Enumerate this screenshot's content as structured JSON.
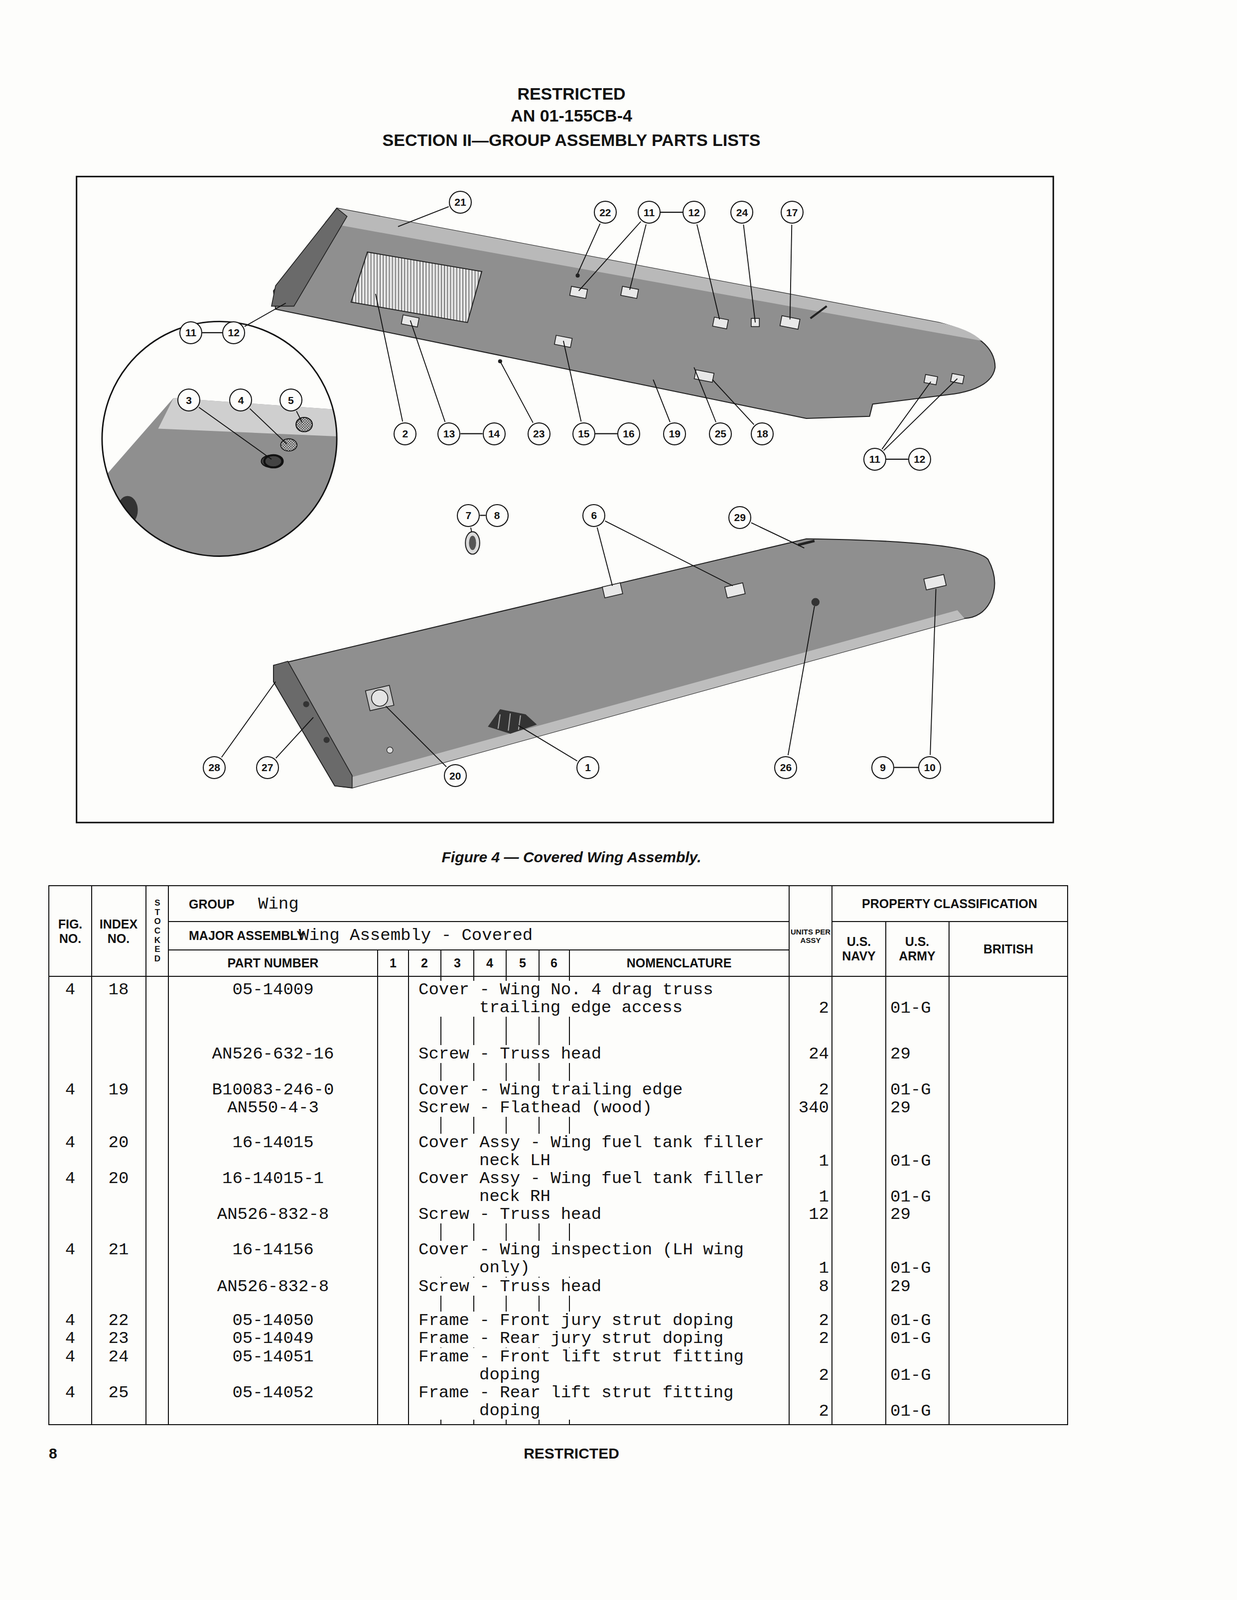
{
  "diagram": {
    "caption": "Figure 4 — Covered Wing Assembly.",
    "nodes": [
      {
        "text": [
          "21"
        ]
      },
      {
        "text": [
          "22"
        ]
      },
      {
        "text": [
          "11"
        ]
      },
      {
        "text": [
          "12"
        ]
      },
      {
        "text": [
          "24"
        ]
      },
      {
        "text": [
          "17"
        ]
      },
      {
        "text": [
          "11"
        ]
      },
      {
        "text": [
          "12"
        ]
      },
      {
        "text": [
          "3"
        ]
      },
      {
        "text": [
          "4"
        ]
      },
      {
        "text": [
          "5"
        ]
      },
      {
        "text": [
          "2"
        ]
      },
      {
        "text": [
          "13"
        ]
      },
      {
        "text": [
          "14"
        ]
      },
      {
        "text": [
          "23"
        ]
      },
      {
        "text": [
          "15"
        ]
      },
      {
        "text": [
          "16"
        ]
      },
      {
        "text": [
          "19"
        ]
      },
      {
        "text": [
          "25"
        ]
      },
      {
        "text": [
          "18"
        ]
      },
      {
        "text": [
          "11"
        ]
      },
      {
        "text": [
          "12"
        ]
      },
      {
        "text": [
          "7"
        ]
      },
      {
        "text": [
          "8"
        ]
      },
      {
        "text": [
          "6"
        ]
      },
      {
        "text": [
          "29"
        ]
      },
      {
        "text": [
          "28"
        ]
      },
      {
        "text": [
          "27"
        ]
      },
      {
        "text": [
          "20"
        ]
      },
      {
        "text": [
          "1"
        ]
      },
      {
        "text": [
          "26"
        ]
      },
      {
        "text": [
          "9"
        ]
      },
      {
        "text": [
          "10"
        ]
      }
    ],
    "edges": [
      {
        "from": 2,
        "to": 3,
        "arrow": "none"
      },
      {
        "from": 6,
        "to": 7,
        "arrow": "none"
      },
      {
        "from": 12,
        "to": 13,
        "arrow": "none"
      },
      {
        "from": 15,
        "to": 16,
        "arrow": "none"
      },
      {
        "from": 20,
        "to": 21,
        "arrow": "none"
      },
      {
        "from": 22,
        "to": 23,
        "arrow": "none"
      },
      {
        "from": 31,
        "to": 32,
        "arrow": "none"
      }
    ],
    "labels": [
      "RESTRICTED",
      "AN 01-155CB-4",
      "SECTION II—GROUP ASSEMBLY PARTS LISTS",
      "FIG. NO.",
      "INDEX NO.",
      "STOCKED",
      "GROUP",
      "Wing",
      "MAJOR ASSEMBLY",
      "Wing Assembly - Covered",
      "PART NUMBER",
      "1",
      "2",
      "3",
      "4",
      "5",
      "6",
      "NOMENCLATURE",
      "UNITS PER ASSY",
      "PROPERTY CLASSIFICATION",
      "U.S. NAVY",
      "U.S. ARMY",
      "BRITISH",
      "4",
      "18",
      "05-14009",
      "Cover - Wing No. 4 drag truss trailing edge access",
      "2",
      "01-G",
      "AN526-632-16",
      "Screw - Truss head",
      "24",
      "29",
      "4",
      "19",
      "B10083-246-0",
      "Cover - Wing trailing edge",
      "2",
      "01-G",
      "AN550-4-3",
      "Screw - Flathead (wood)",
      "340",
      "29",
      "4",
      "20",
      "16-14015",
      "Cover Assy - Wing fuel tank filler neck LH",
      "1",
      "01-G",
      "4",
      "20",
      "16-14015-1",
      "Cover Assy - Wing fuel tank filler neck RH",
      "1",
      "01-G",
      "AN526-832-8",
      "Screw - Truss head",
      "12",
      "29",
      "4",
      "21",
      "16-14156",
      "Cover - Wing inspection (LH wing only)",
      "1",
      "01-G",
      "AN526-832-8",
      "Screw - Truss head",
      "8",
      "29",
      "4",
      "22",
      "05-14050",
      "Frame - Front jury strut doping",
      "2",
      "01-G",
      "4",
      "23",
      "05-14049",
      "Frame - Rear jury strut doping",
      "2",
      "01-G",
      "4",
      "24",
      "05-14051",
      "Frame - Front lift strut fitting doping",
      "2",
      "01-G",
      "4",
      "25",
      "05-14052",
      "Frame - Rear lift strut fitting doping",
      "2",
      "01-G",
      "8",
      "RESTRICTED"
    ]
  }
}
